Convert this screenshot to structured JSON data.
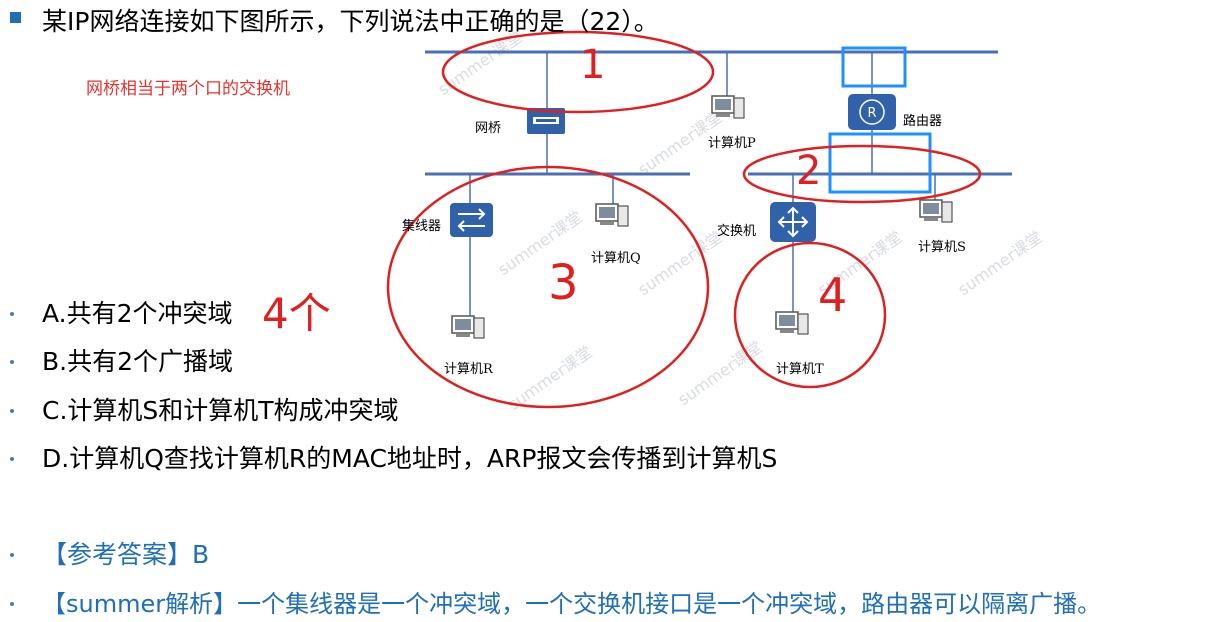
{
  "question": "某IP网络连接如下图所示，下列说法中正确的是（22）。",
  "note": "网桥相当于两个口的交换机",
  "options": [
    "A.共有2个冲突域",
    "B.共有2个广播域",
    "C.计算机S和计算机T构成冲突域",
    "D.计算机Q查找计算机R的MAC地址时，ARP报文会传播到计算机S"
  ],
  "answer": "【参考答案】B",
  "analysis": "【summer解析】一个集线器是一个冲突域，一个交换机接口是一个冲突域，路由器可以隔离广播。",
  "diagram": {
    "labels": {
      "bridge": "网桥",
      "router": "路由器",
      "hub": "集线器",
      "switch": "交换机",
      "pc_p": "计算机P",
      "pc_q": "计算机Q",
      "pc_r": "计算机R",
      "pc_s": "计算机S",
      "pc_t": "计算机T"
    },
    "handwritten": {
      "one": "1",
      "two": "2",
      "three": "3",
      "four": "4",
      "four_ge": "4个"
    },
    "watermark": "summer课堂"
  },
  "colors": {
    "bus": "#4a6fb5",
    "annotation_red": "#e02020",
    "highlight_blue": "#1e90ff",
    "answer_blue": "#1f6fb8",
    "device_blue": "#2f62a8"
  }
}
